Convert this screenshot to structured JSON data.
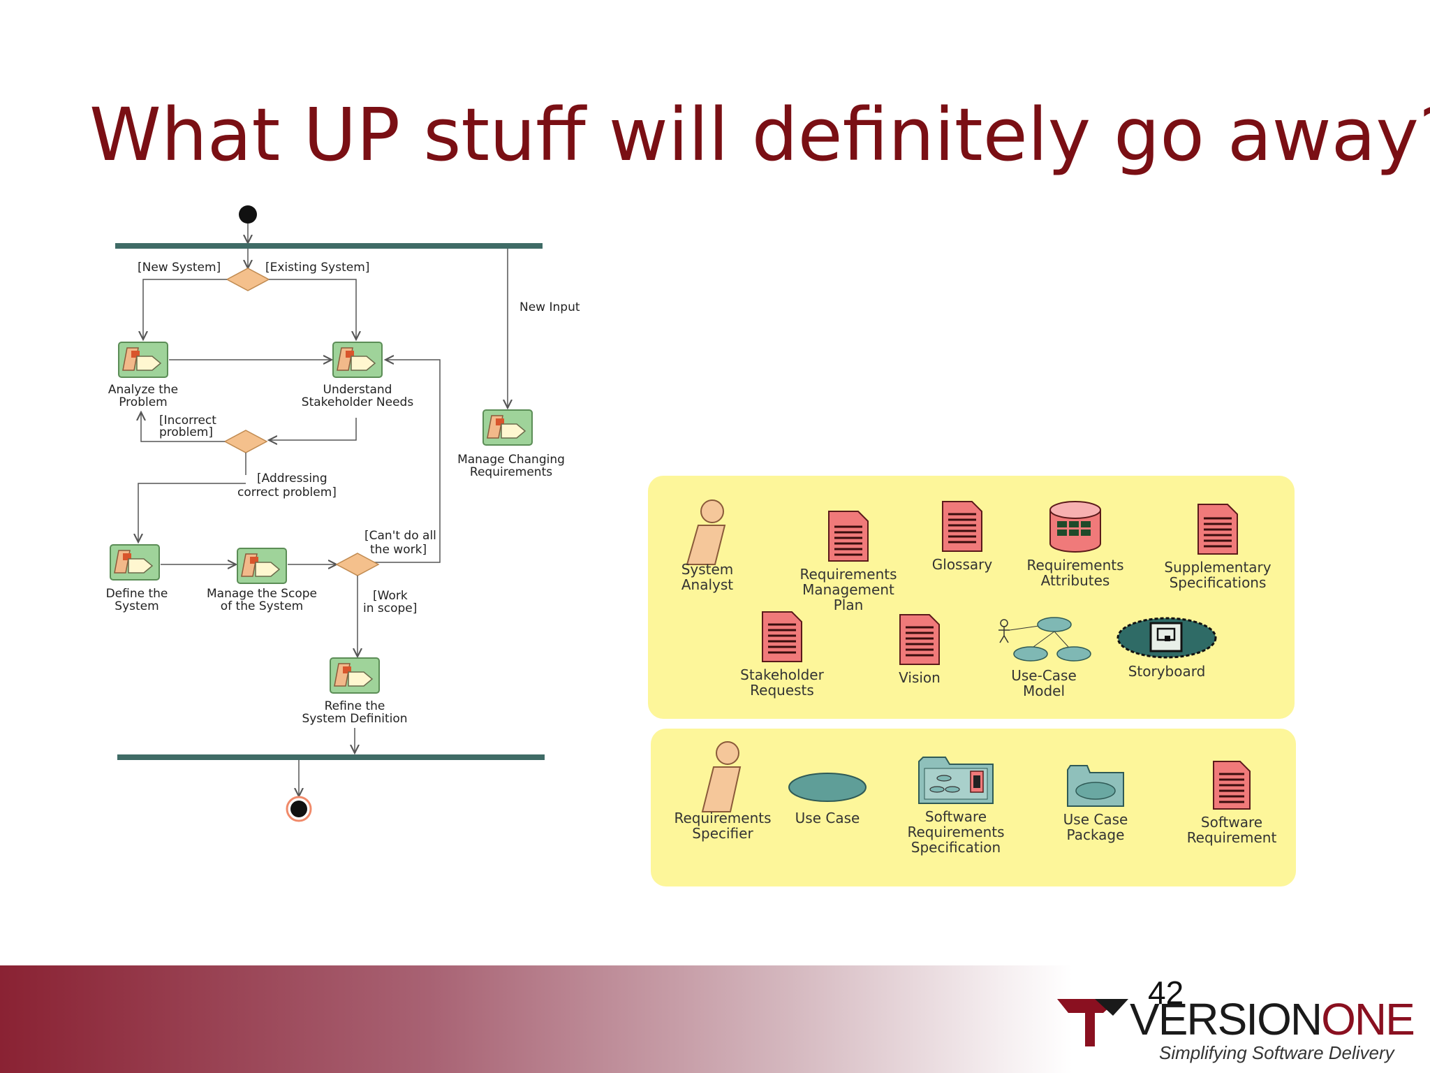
{
  "slide": {
    "title": "What UP stuff will definitely go away?",
    "page_number": "42"
  },
  "activity": {
    "guards": {
      "new_system": "[New System]",
      "existing_system": "[Existing System]",
      "new_input": "New Input",
      "incorrect_problem": "[Incorrect\nproblem]",
      "addressing_correct": "[Addressing\ncorrect problem]",
      "cant_do_all": "[Can't do all\nthe work]",
      "work_in_scope": "[Work\nin scope]"
    },
    "activities": {
      "analyze": "Analyze the\nProblem",
      "understand": "Understand\nStakeholder Needs",
      "manage_changing": "Manage Changing\nRequirements",
      "define": "Define the\nSystem",
      "manage_scope": "Manage the Scope\nof the System",
      "refine": "Refine the\nSystem Definition"
    }
  },
  "artifacts_panel_1": [
    {
      "id": "system-analyst",
      "label": "System\nAnalyst",
      "icon": "worker-icon"
    },
    {
      "id": "requirements-management-plan",
      "label": "Requirements\nManagement\nPlan",
      "icon": "document-icon"
    },
    {
      "id": "glossary",
      "label": "Glossary",
      "icon": "document-icon"
    },
    {
      "id": "requirements-attributes",
      "label": "Requirements\nAttributes",
      "icon": "database-icon"
    },
    {
      "id": "supplementary-specifications",
      "label": "Supplementary\nSpecifications",
      "icon": "document-icon"
    },
    {
      "id": "stakeholder-requests",
      "label": "Stakeholder\nRequests",
      "icon": "document-icon"
    },
    {
      "id": "vision",
      "label": "Vision",
      "icon": "document-icon"
    },
    {
      "id": "use-case-model",
      "label": "Use-Case\nModel",
      "icon": "use-case-model-icon"
    },
    {
      "id": "storyboard",
      "label": "Storyboard",
      "icon": "storyboard-icon"
    }
  ],
  "artifacts_panel_2": [
    {
      "id": "requirements-specifier",
      "label": "Requirements\nSpecifier",
      "icon": "worker-icon"
    },
    {
      "id": "use-case",
      "label": "Use Case",
      "icon": "ellipse-icon"
    },
    {
      "id": "software-requirements-specification",
      "label": "Software\nRequirements\nSpecification",
      "icon": "folder-icon"
    },
    {
      "id": "use-case-package",
      "label": "Use Case\nPackage",
      "icon": "package-icon"
    },
    {
      "id": "software-requirement",
      "label": "Software\nRequirement",
      "icon": "document-icon"
    }
  ],
  "logo": {
    "version": "VERSION",
    "one": "ONE",
    "tagline": "Simplifying Software Delivery"
  },
  "colors": {
    "title": "#7a0f14",
    "panel": "#fdf69a",
    "bar": "#3f6b66",
    "decision": "#f4c08c",
    "activity_box": "#9fd39a"
  }
}
